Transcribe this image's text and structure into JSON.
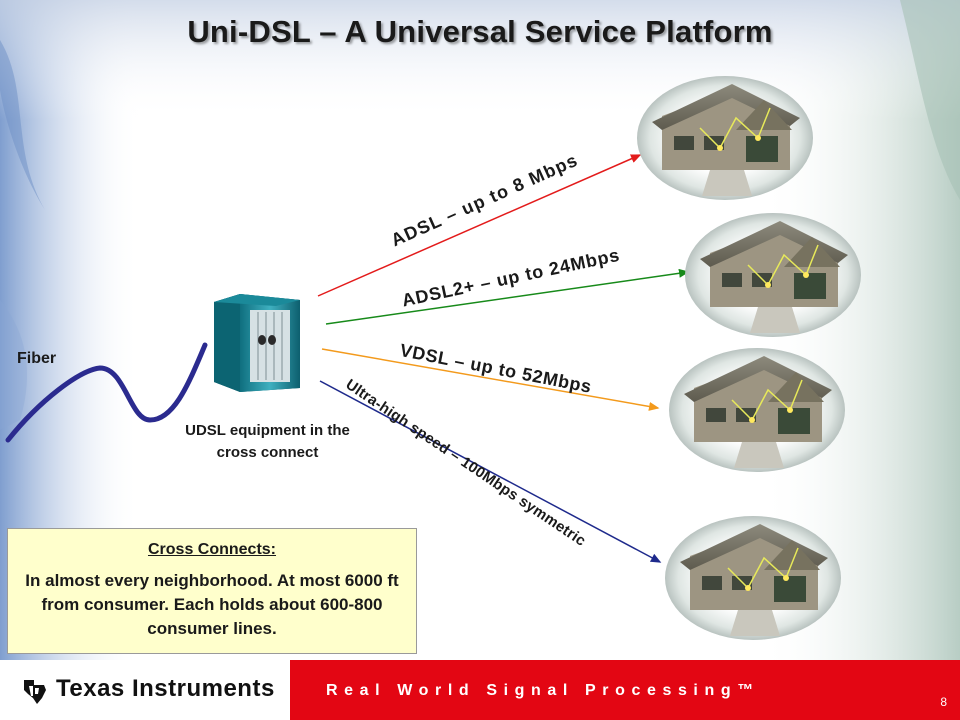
{
  "slide": {
    "title": "Uni-DSL – A Universal Service Platform",
    "page_number": "8"
  },
  "links": [
    {
      "id": "adsl",
      "label": "ADSL – up to 8 Mbps",
      "color": "#e31b1b"
    },
    {
      "id": "adsl2plus",
      "label": "ADSL2+ – up to 24Mbps",
      "color": "#178a1a"
    },
    {
      "id": "vdsl",
      "label": "VDSL – up to 52Mbps",
      "color": "#f39a1c"
    },
    {
      "id": "ultra-high-speed",
      "label": "Ultra-high speed – 100Mbps symmetric",
      "color": "#1e2a8c"
    }
  ],
  "fiber": {
    "label": "Fiber",
    "color": "#2b2b8f"
  },
  "equipment": {
    "caption": "UDSL equipment in the cross connect"
  },
  "info_box": {
    "heading": "Cross Connects:",
    "body": "In almost every neighborhood. At most 6000 ft from consumer. Each holds about 600-800 consumer lines.",
    "background": "#ffffcc"
  },
  "footer": {
    "company": "Texas Instruments",
    "tagline": "Real World Signal Processing™",
    "background": "#e30613"
  }
}
